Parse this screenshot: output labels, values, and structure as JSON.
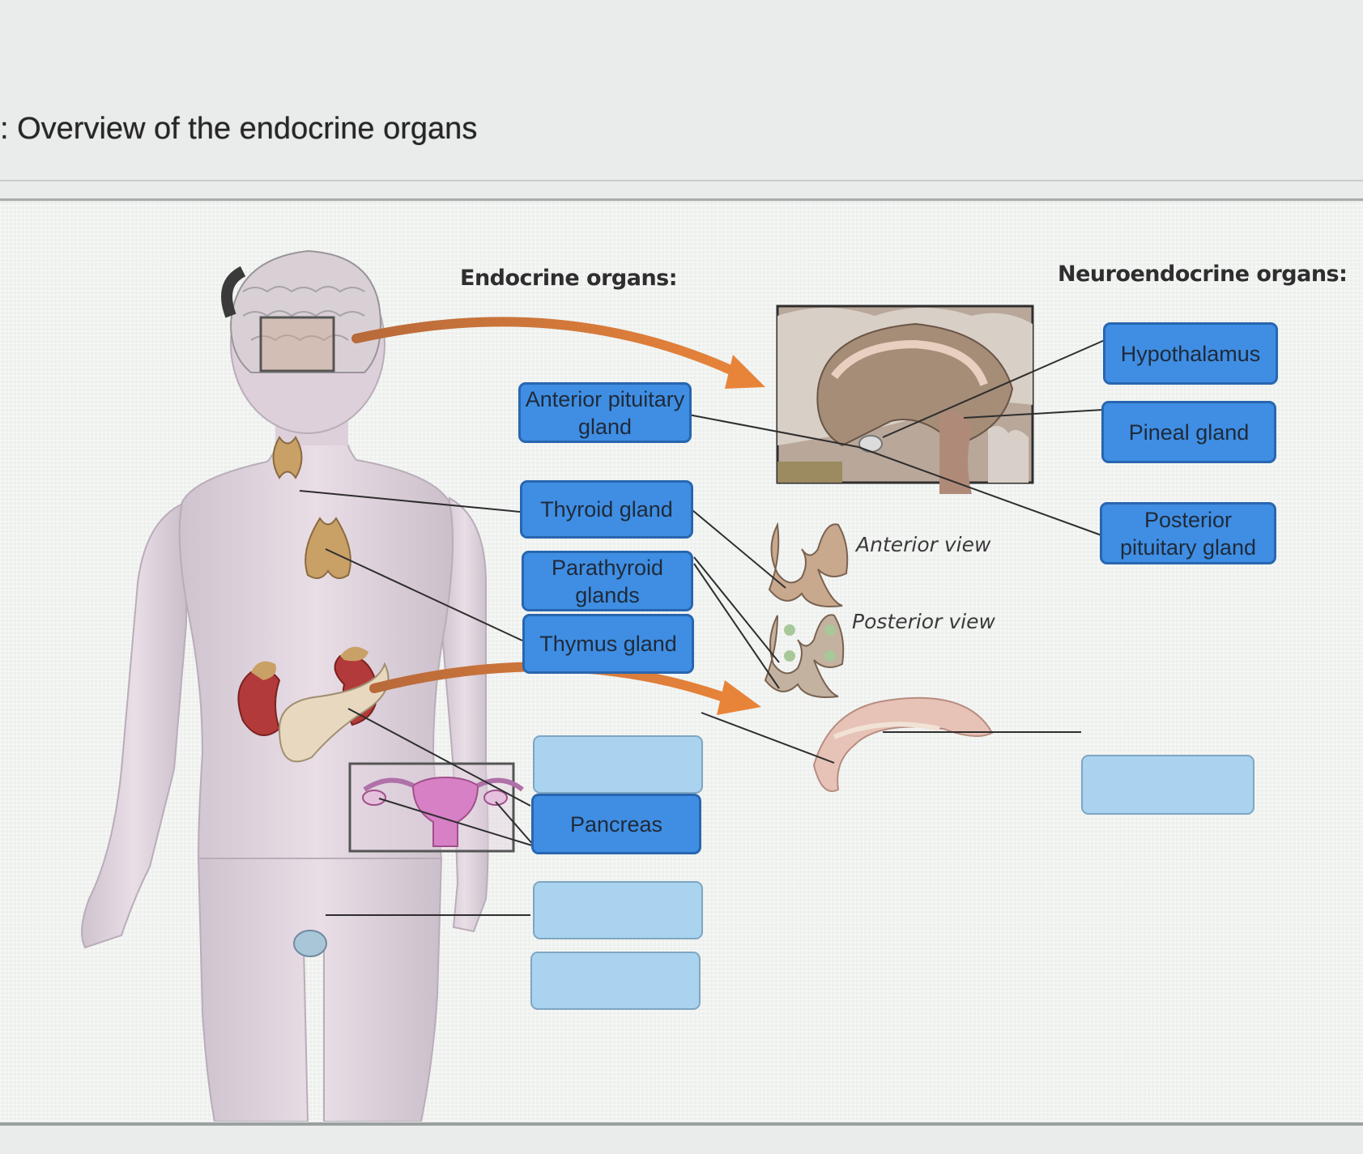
{
  "title": ": Overview of the endocrine organs",
  "headings": {
    "endocrine": "Endocrine organs:",
    "neuroendocrine": "Neuroendocrine organs:"
  },
  "views": {
    "anterior": "Anterior view",
    "posterior": "Posterior view"
  },
  "endocrine_labels": [
    {
      "text": "Anterior pituitary\ngland",
      "filled": true
    },
    {
      "text": "Thyroid gland",
      "filled": true
    },
    {
      "text": "Parathyroid\nglands",
      "filled": true
    },
    {
      "text": "Thymus gland",
      "filled": true
    },
    {
      "text": "",
      "filled": false
    },
    {
      "text": "Pancreas",
      "filled": true
    },
    {
      "text": "",
      "filled": false
    },
    {
      "text": "",
      "filled": false
    }
  ],
  "neuroendocrine_labels": [
    {
      "text": "Hypothalamus",
      "filled": true
    },
    {
      "text": "Pineal gland",
      "filled": true
    },
    {
      "text": "Posterior\npituitary gland",
      "filled": true
    },
    {
      "text": "",
      "filled": false
    }
  ],
  "colors": {
    "label_fill": "#3f8ee3",
    "label_border": "#2866b0",
    "empty_fill": "#a9d3ef",
    "arrow": "#d98a3c"
  }
}
